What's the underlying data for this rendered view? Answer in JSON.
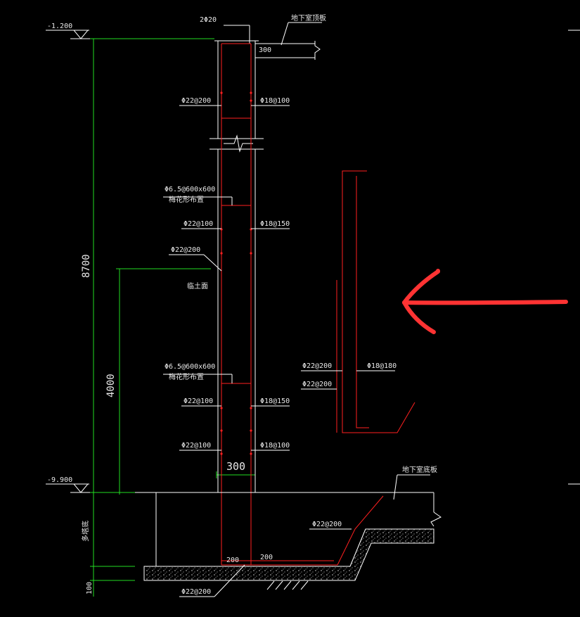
{
  "drawing": {
    "background": "#000000",
    "colors": {
      "outline": "#ffffff",
      "dimension": "#22dd22",
      "rebar": "#ff2020",
      "arrow": "#ff3333"
    }
  },
  "elevations": {
    "top": "-1.200",
    "bottom": "-9.900"
  },
  "dimensions": {
    "wall_height": "8700",
    "zone_height": "4000",
    "wall_thickness": "300",
    "slab_thickness": "100",
    "top_offset": "300",
    "bottom_hook_left": "200",
    "bottom_hook_right": "200"
  },
  "labels": {
    "top_rebar": "2Φ20",
    "roof_slab": "地下室顶板",
    "floor_slab": "地下室底板",
    "soil_side": "临土面",
    "raft": "多塔底",
    "tie1": "Φ6.5@600x600",
    "tie1_note": "梅花形布置",
    "tie2": "Φ6.5@600x600",
    "tie2_note": "梅花形布置",
    "left_bars": [
      "Φ22@200",
      "Φ22@100",
      "Φ22@200",
      "Φ22@100",
      "Φ22@100"
    ],
    "right_bars": [
      "Φ18@100",
      "Φ18@150",
      "Φ18@150",
      "Φ18@100"
    ],
    "detail_bars": [
      "Φ22@200",
      "Φ22@200",
      "Φ18@180"
    ],
    "slab_bar": "Φ22@200",
    "bottom_bar": "Φ22@200"
  },
  "annotation": {
    "arrow": "red-arrow-icon"
  }
}
